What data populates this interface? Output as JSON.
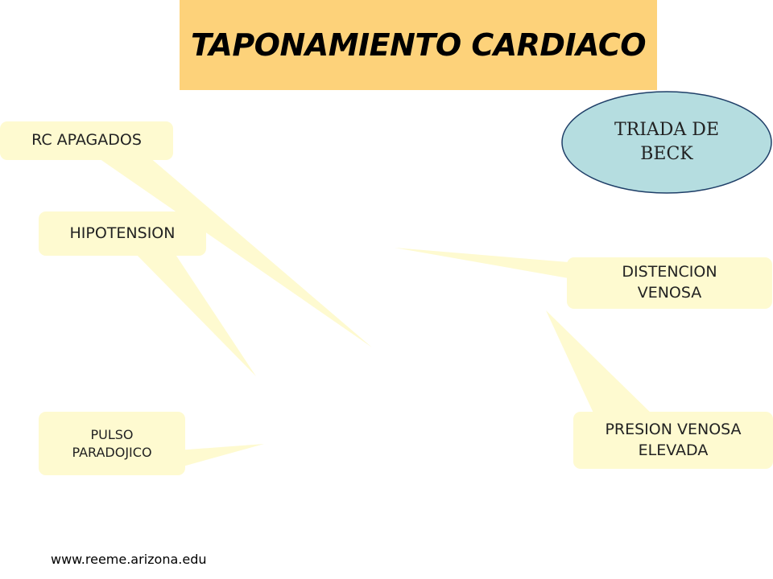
{
  "title": "TAPONAMIENTO CARDIACO",
  "triad": {
    "line1": "TRIADA DE",
    "line2": "BECK"
  },
  "boxes": {
    "rc": "RC APAGADOS",
    "hipotension": "HIPOTENSION",
    "pulso": {
      "line1": "PULSO",
      "line2": "PARADOJICO"
    },
    "distencion": {
      "line1": "DISTENCION",
      "line2": "VENOSA"
    },
    "presion": {
      "line1": "PRESION VENOSA",
      "line2": "ELEVADA"
    }
  },
  "footer": "www.reeme.arizona.edu",
  "colors": {
    "title_bg": "#fdd27a",
    "callout": "#fefad0",
    "triad_fill": "#b5dde0",
    "triad_stroke": "#1f3f68"
  }
}
